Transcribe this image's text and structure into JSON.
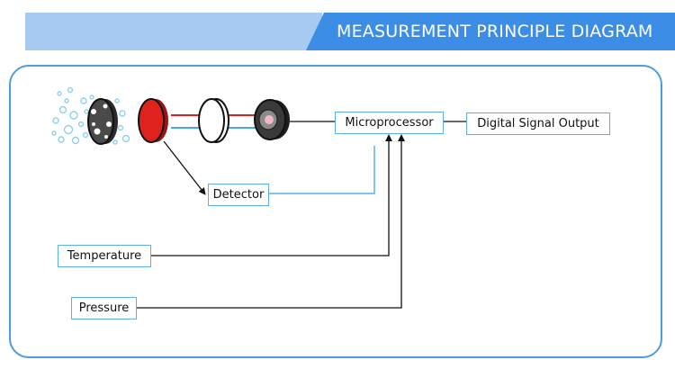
{
  "title": "MEASUREMENT PRINCIPLE DIAGRAM",
  "labels": {
    "microprocessor": "Microprocessor",
    "digital_output": "Digital Signal Output",
    "detector": "Detector",
    "temperature": "Temperature",
    "pressure": "Pressure"
  },
  "colors": {
    "banner_dark": "#3c8de6",
    "banner_light": "#a6caf2",
    "panel_border": "#4d9be0",
    "box_border": "#5faee8",
    "red_filter": "#e0221c",
    "beam_red": "#e0221c",
    "beam_blue": "#4aa8e0",
    "bubbles": "#8ed0f0"
  }
}
